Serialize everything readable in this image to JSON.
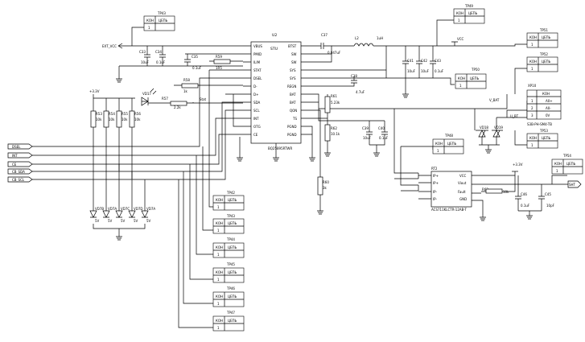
{
  "ic": {
    "ref": "U2",
    "part": "BQ25895RTWR",
    "center": "STU",
    "left_pins": [
      "VBUS",
      "PMID",
      "ILIM",
      "STAT",
      "DSEL",
      "D-",
      "D+",
      "SDA",
      "SCL",
      "INT",
      "OTG",
      "CE"
    ],
    "right_pins": [
      "BTST",
      "SW",
      "SW",
      "SYS",
      "SYS",
      "REGN",
      "BAT",
      "BAT",
      "QON",
      "TS",
      "PGND",
      "PGND"
    ]
  },
  "gauge": {
    "ref": "RT2",
    "part": "ACS711KLCTR-12AB-T",
    "left_pins": [
      "IP+",
      "IP+",
      "IP-",
      "IP-"
    ],
    "right_pins": [
      "VCC",
      "Viout",
      "Fault",
      "GND"
    ]
  },
  "testpoints": [
    {
      "ref": "TP43",
      "hdr": "КОН",
      "hdr2": "ЦЕПЬ",
      "num": "1"
    },
    {
      "ref": "TP49",
      "hdr": "КОН",
      "hdr2": "ЦЕПЬ",
      "num": "1"
    },
    {
      "ref": "TP51",
      "hdr": "КОН",
      "hdr2": "ЦЕПЬ",
      "num": "1"
    },
    {
      "ref": "TP52",
      "hdr": "КОН",
      "hdr2": "ЦЕПЬ",
      "num": "1"
    },
    {
      "ref": "TP50",
      "hdr": "КОН",
      "hdr2": "ЦЕПЬ",
      "num": "1"
    },
    {
      "ref": "TP53",
      "hdr": "КОН",
      "hdr2": "ЦЕПЬ",
      "num": "1"
    },
    {
      "ref": "TP48",
      "hdr": "КОН",
      "hdr2": "ЦЕПЬ",
      "num": "1"
    },
    {
      "ref": "TP54",
      "hdr": "КОН",
      "hdr2": "ЦЕПЬ",
      "num": "1"
    },
    {
      "ref": "TP42",
      "hdr": "КОН",
      "hdr2": "ЦЕПЬ",
      "num": "1"
    },
    {
      "ref": "TP43",
      "hdr": "КОН",
      "hdr2": "ЦЕПЬ",
      "num": "1"
    },
    {
      "ref": "TP44",
      "hdr": "КОН",
      "hdr2": "ЦЕПЬ",
      "num": "1"
    },
    {
      "ref": "TP45",
      "hdr": "КОН",
      "hdr2": "ЦЕПЬ",
      "num": "1"
    },
    {
      "ref": "TP46",
      "hdr": "КОН",
      "hdr2": "ЦЕПЬ",
      "num": "1"
    },
    {
      "ref": "TP47",
      "hdr": "КОН",
      "hdr2": "ЦЕПЬ",
      "num": "1"
    }
  ],
  "connector": {
    "ref": "XP10",
    "part": "S3B-PH-SM4-TB",
    "header": "КОН",
    "pins": [
      {
        "num": "1",
        "net": "A0+"
      },
      {
        "num": "2",
        "net": "A0-"
      },
      {
        "num": "3",
        "net": "0V"
      }
    ]
  },
  "ports": [
    "DSEL",
    "INT",
    "CE",
    "CB_SDA",
    "CB_SCL"
  ],
  "out_port": "SHT",
  "nets": {
    "ext_vcc": "EXT_VCC",
    "vcc": "VCC",
    "v_bat": "V_BAT",
    "v33_a": "+3.3V",
    "v33_b": "+3.3V",
    "u_bat": "U_BT",
    "stat": "Stat"
  },
  "labels": {
    "c33": "C33",
    "c33v": "10uF",
    "c34": "C34",
    "c34v": "0.1uF",
    "c35": "C35",
    "c35v": "0.1uF",
    "c37": "C37",
    "c37v": "0.047uF",
    "l2": "L2",
    "l2v": "1uH",
    "c41": "C41",
    "c41v": "10uF",
    "c42": "C42",
    "c42v": "10uF",
    "c43": "C43",
    "c43v": "0.1uF",
    "c38": "C38",
    "c38v": "4.7uF",
    "c39": "C39",
    "c39v": "10uF",
    "c40": "C40",
    "c40v": "0.1uF",
    "c46": "C46",
    "c46v": "0.1uF",
    "c45": "C45",
    "c45v": "10pF",
    "r59": "R59",
    "r59v": "1R5",
    "r58": "R58",
    "r58v": "1k",
    "r57": "R57",
    "r57v": "2.2k",
    "r61": "R61",
    "r61v": "5.23k",
    "r62": "R62",
    "r62v": "10.1k",
    "r60": "R60",
    "r60v": "3k",
    "r63": "R63",
    "r63v": "10k",
    "vd17": "VD17",
    "vd18": "VD18",
    "vd19": "VD19",
    "rr": [
      {
        "ref": "R53",
        "val": "10k"
      },
      {
        "ref": "R54",
        "val": "10k"
      },
      {
        "ref": "R55",
        "val": "10k"
      },
      {
        "ref": "R56",
        "val": "10k"
      }
    ],
    "tvs": [
      {
        "ref": "VD7B",
        "val": "5V"
      },
      {
        "ref": "VD7A",
        "val": "5V"
      },
      {
        "ref": "VD7C",
        "val": "5V"
      },
      {
        "ref": "VD7D",
        "val": "5V"
      },
      {
        "ref": "VD7A",
        "val": "5V"
      }
    ]
  }
}
